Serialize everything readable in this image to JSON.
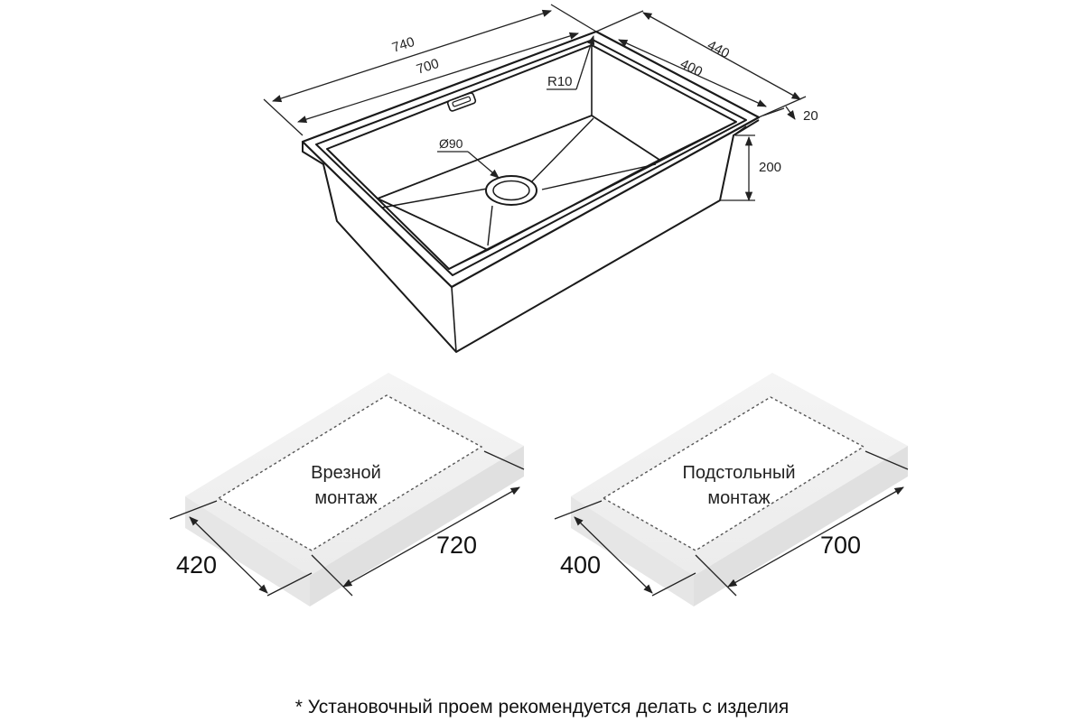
{
  "sink": {
    "dim_outer_length": "740",
    "dim_inner_length": "700",
    "dim_outer_width": "440",
    "dim_inner_width": "400",
    "dim_radius": "R10",
    "dim_drain": "Ø90",
    "dim_rim": "20",
    "dim_depth": "200"
  },
  "mount_inset": {
    "label_line1": "Врезной",
    "label_line2": "монтаж",
    "dim_width": "420",
    "dim_length": "720"
  },
  "mount_undermount": {
    "label_line1": "Подстольный",
    "label_line2": "монтаж",
    "dim_width": "400",
    "dim_length": "700"
  },
  "footnote": "* Установочный проем рекомендуется делать с изделия"
}
